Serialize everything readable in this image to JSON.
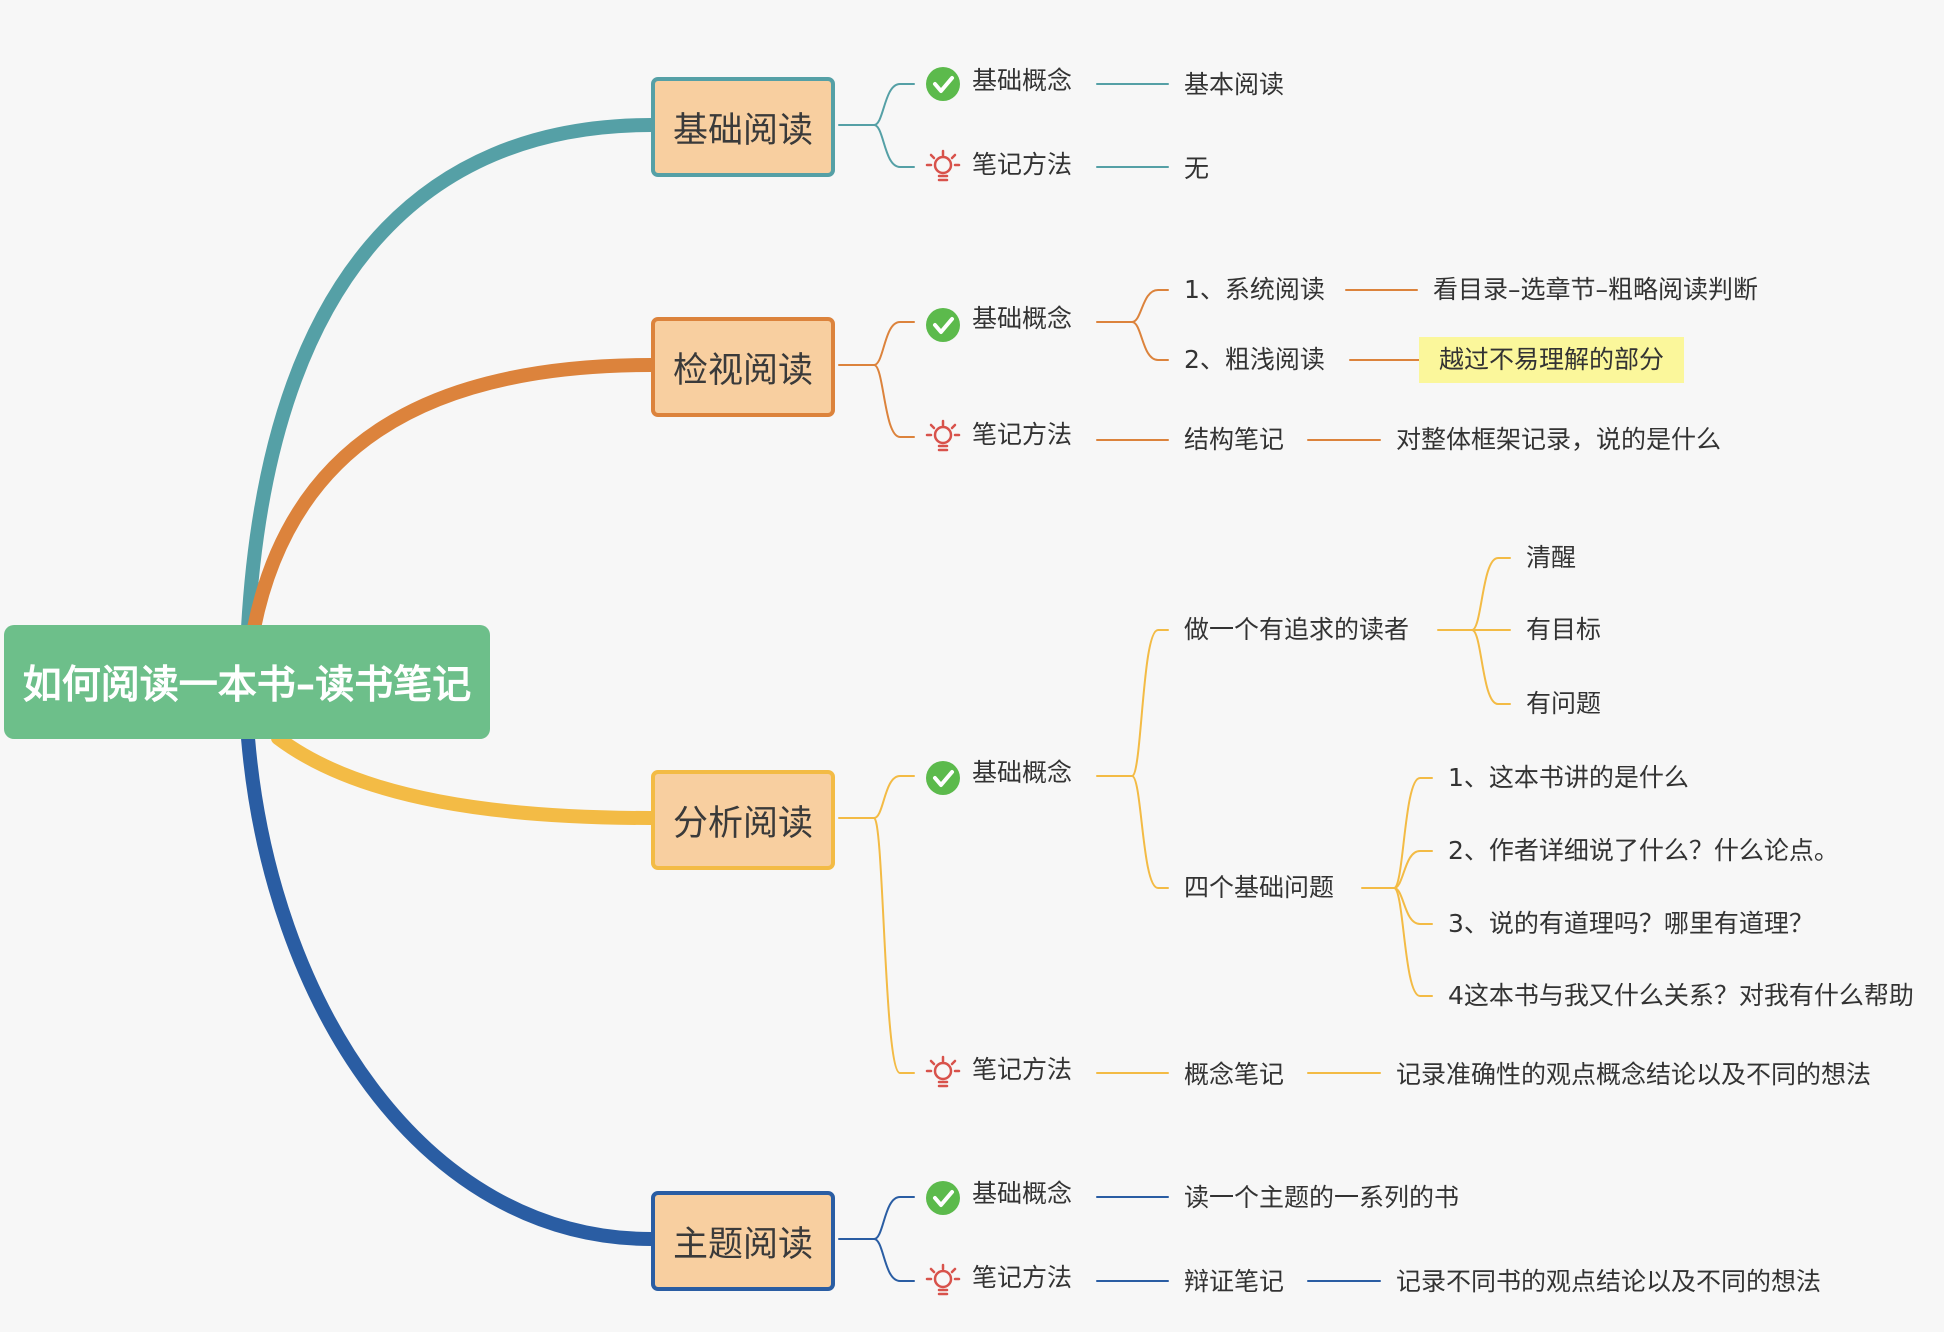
{
  "root": {
    "title": "如何阅读一本书–读书笔记",
    "color": "#6dbf8a"
  },
  "icons": {
    "concept": "check-circle-icon",
    "method": "lightbulb-icon",
    "check_color": "#5cba4c",
    "bulb_color": "#d8524b"
  },
  "branches": [
    {
      "id": "b1",
      "title": "基础阅读",
      "color": "#55a0a6",
      "concept": {
        "label": "基础概念",
        "children": [
          "基本阅读"
        ]
      },
      "method": {
        "label": "笔记方法",
        "children": [
          "无"
        ]
      }
    },
    {
      "id": "b2",
      "title": "检视阅读",
      "color": "#dc833c",
      "concept": {
        "label": "基础概念",
        "children": [
          {
            "label": "1、系统阅读",
            "detail": "看目录–选章节–粗略阅读判断"
          },
          {
            "label": "2、粗浅阅读",
            "detail": "越过不易理解的部分",
            "highlight": "#fbf79b"
          }
        ]
      },
      "method": {
        "label": "笔记方法",
        "children": [
          {
            "label": "结构笔记",
            "detail": "对整体框架记录，说的是什么"
          }
        ]
      }
    },
    {
      "id": "b3",
      "title": "分析阅读",
      "color": "#f3bb45",
      "concept": {
        "label": "基础概念",
        "children": [
          {
            "label": "做一个有追求的读者",
            "items": [
              "清醒",
              "有目标",
              "有问题"
            ]
          },
          {
            "label": "四个基础问题",
            "items": [
              "1、这本书讲的是什么",
              "2、作者详细说了什么？什么论点。",
              "3、说的有道理吗？哪里有道理？",
              "4这本书与我又什么关系？对我有什么帮助"
            ]
          }
        ]
      },
      "method": {
        "label": "笔记方法",
        "children": [
          {
            "label": "概念笔记",
            "detail": "记录准确性的观点概念结论以及不同的想法"
          }
        ]
      }
    },
    {
      "id": "b4",
      "title": "主题阅读",
      "color": "#2a5da3",
      "concept": {
        "label": "基础概念",
        "children": [
          "读一个主题的一系列的书"
        ]
      },
      "method": {
        "label": "笔记方法",
        "children": [
          {
            "label": "辩证笔记",
            "detail": "记录不同书的观点结论以及不同的想法"
          }
        ]
      }
    }
  ]
}
